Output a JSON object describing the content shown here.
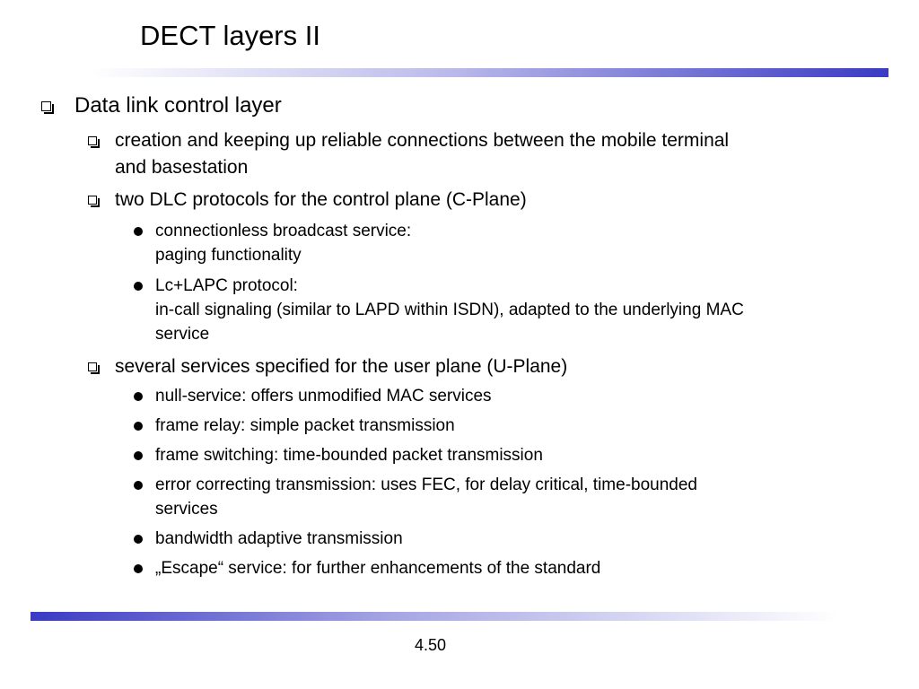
{
  "slide": {
    "title": "DECT layers II",
    "page_number": "4.50",
    "accent_color": "#3a3ac4"
  },
  "content": {
    "heading": {
      "text": "Data link control layer",
      "marker": "square-bullet-icon"
    },
    "items": [
      {
        "level": 2,
        "lines": [
          "creation and keeping up reliable connections between the mobile terminal",
          "and basestation"
        ]
      },
      {
        "level": 2,
        "lines": [
          "two DLC protocols for the control plane (C-Plane)"
        ]
      },
      {
        "level": 3,
        "lines": [
          "connectionless broadcast service:",
          "paging functionality"
        ]
      },
      {
        "level": 3,
        "lines": [
          "Lc+LAPC protocol:",
          "in-call signaling (similar to LAPD within ISDN), adapted to the underlying MAC",
          "service"
        ]
      },
      {
        "level": 2,
        "lines": [
          "several services specified for the user plane (U-Plane)"
        ]
      },
      {
        "level": 3,
        "lines": [
          "null-service: offers unmodified MAC services"
        ]
      },
      {
        "level": 3,
        "lines": [
          "frame relay: simple packet transmission"
        ]
      },
      {
        "level": 3,
        "lines": [
          "frame switching: time-bounded packet transmission"
        ]
      },
      {
        "level": 3,
        "lines": [
          "error correcting transmission: uses FEC, for delay critical, time-bounded",
          "services"
        ]
      },
      {
        "level": 3,
        "lines": [
          "bandwidth adaptive transmission"
        ]
      },
      {
        "level": 3,
        "lines": [
          "„Escape“ service: for further enhancements of the standard"
        ]
      }
    ]
  }
}
